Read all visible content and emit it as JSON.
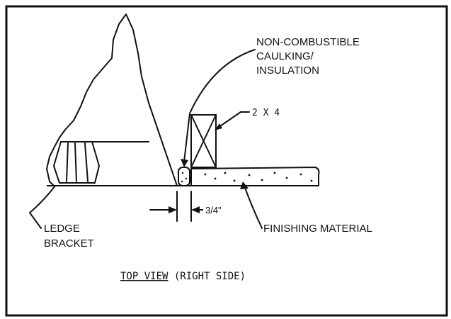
{
  "diagram": {
    "labels": {
      "caulking_line1": "NON-COMBUSTIBLE",
      "caulking_line2": "CAULKING/",
      "caulking_line3": "INSULATION",
      "stud": "2 X 4",
      "dimension": "3/4\"",
      "ledge_line1": "LEDGE",
      "ledge_line2": "BRACKET",
      "finishing": "FINISHING MATERIAL",
      "view_underlined": "TOP VIEW",
      "view_suffix": " (RIGHT SIDE)"
    }
  }
}
